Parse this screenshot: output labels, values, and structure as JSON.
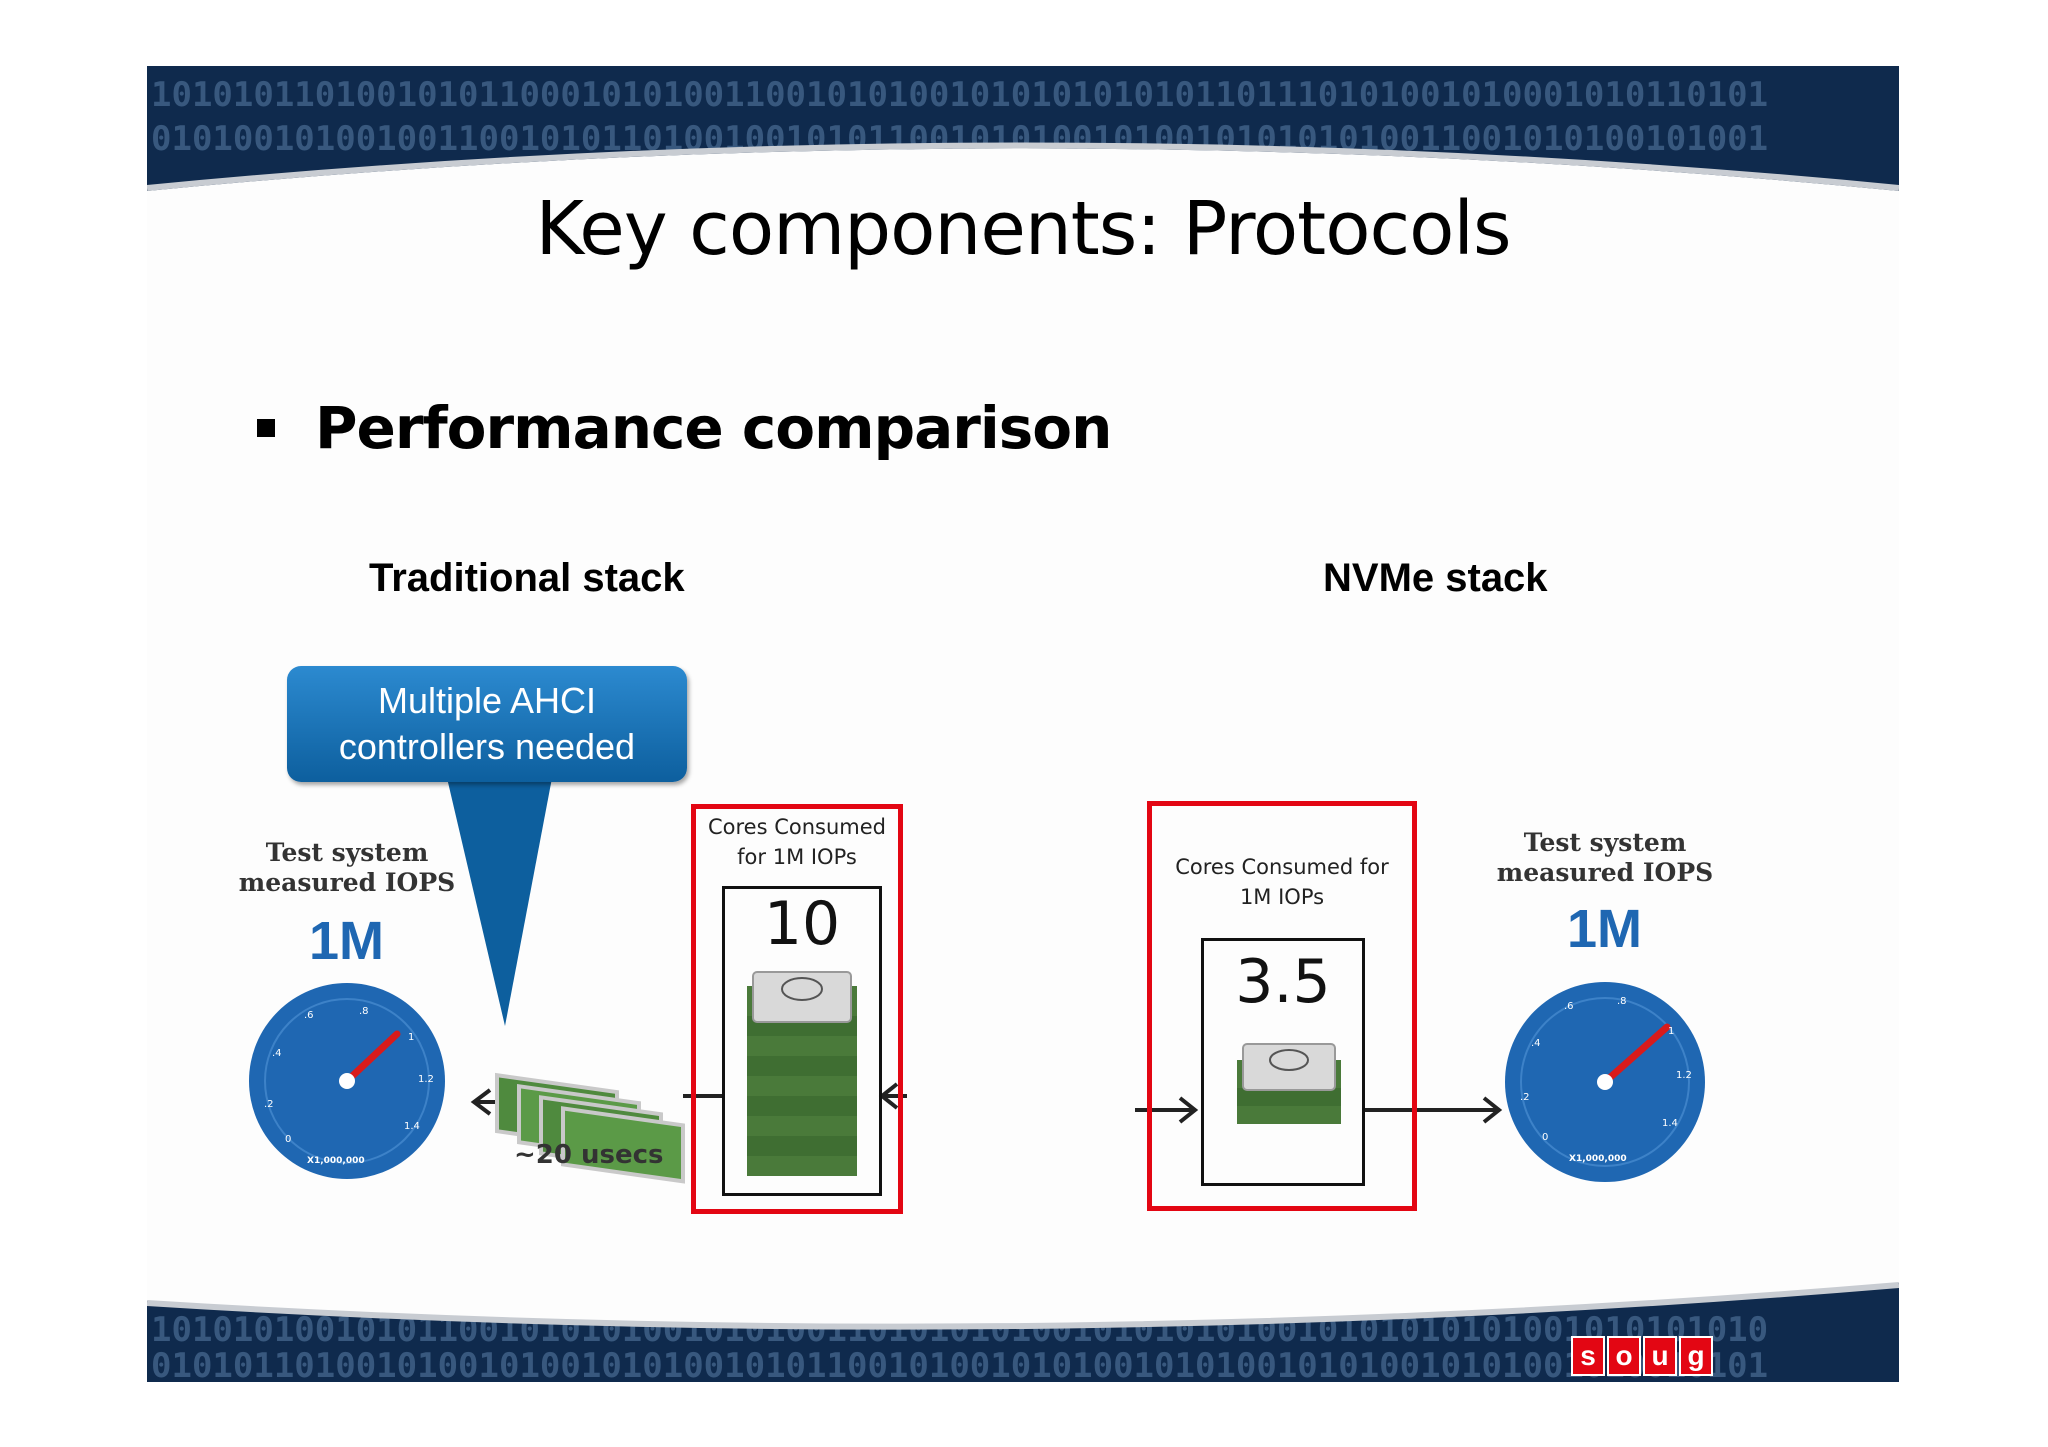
{
  "title": "Key components: Protocols",
  "bullet": "Performance comparison",
  "traditional": {
    "heading": "Traditional stack",
    "callout_line1": "Multiple AHCI",
    "callout_line2": "controllers needed",
    "gauge_caption_line1": "Test system",
    "gauge_caption_line2": "measured  IOPS",
    "iops": "1M",
    "cores_label_line1": "Cores  Consumed",
    "cores_label_line2": "for 1M IOPs",
    "cores": "10",
    "latency": "~20 usecs",
    "gauge_ticks": [
      ".2",
      ".4",
      ".6",
      ".8",
      "1",
      "1.2",
      "1.4",
      "0"
    ],
    "gauge_unit": "X1,000,000"
  },
  "nvme": {
    "heading": "NVMe stack",
    "cores_label_line1": "Cores Consumed for",
    "cores_label_line2": "1M IOPs",
    "cores": "3.5",
    "gauge_caption_line1": "Test system",
    "gauge_caption_line2": "measured IOPS",
    "iops": "1M",
    "gauge_ticks": [
      ".2",
      ".4",
      ".6",
      ".8",
      "1",
      "1.2",
      "1.4",
      "0"
    ],
    "gauge_unit": "X1,000,000"
  },
  "logo": [
    "s",
    "o",
    "u",
    "g"
  ],
  "colors": {
    "accent_blue": "#1f67b2",
    "highlight_red": "#e30613",
    "band_blue": "#0f2a4d"
  }
}
